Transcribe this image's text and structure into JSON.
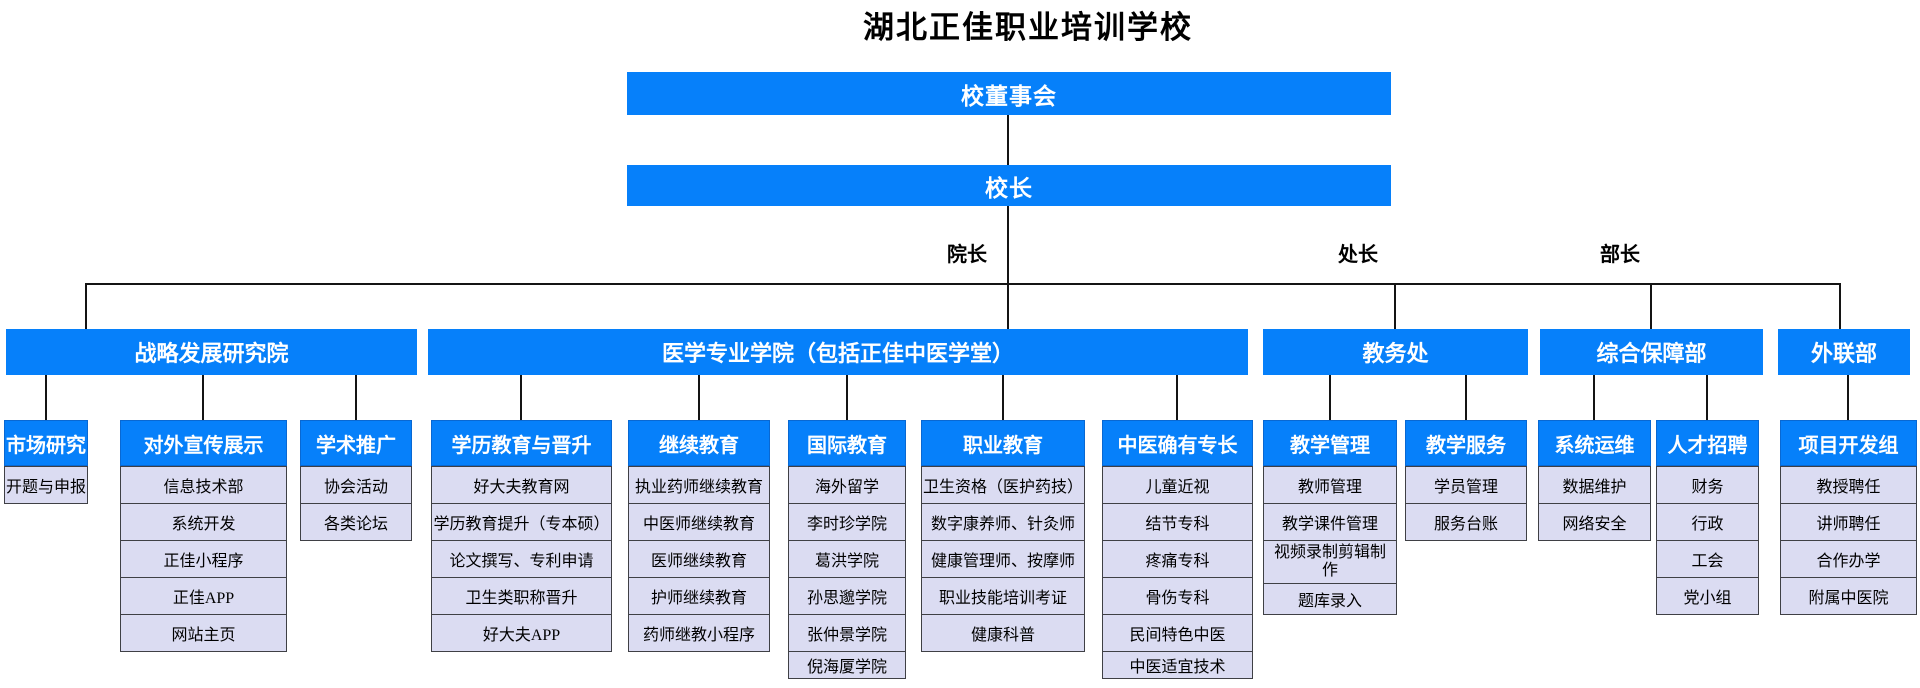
{
  "title": "湖北正佳职业培训学校",
  "colors": {
    "node_blue": "#0680FA",
    "node_text": "#FFFFFF",
    "leaf_fill": "#DBDCF2",
    "leaf_border": "#3F4045",
    "connector": "#141414"
  },
  "root": {
    "label": "校董事会"
  },
  "principal": {
    "label": "校长"
  },
  "role_labels": [
    {
      "label": "院长"
    },
    {
      "label": "处长"
    },
    {
      "label": "部长"
    }
  ],
  "departments": [
    {
      "label": "战略发展研究院"
    },
    {
      "label": "医学专业学院（包括正佳中医学堂）"
    },
    {
      "label": "教务处"
    },
    {
      "label": "综合保障部"
    },
    {
      "label": "外联部"
    }
  ],
  "divisions": [
    {
      "label": "市场研究",
      "parent": "战略发展研究院",
      "items": [
        "开题与申报"
      ]
    },
    {
      "label": "对外宣传展示",
      "parent": "战略发展研究院",
      "items": [
        "信息技术部",
        "系统开发",
        "正佳小程序",
        "正佳APP",
        "网站主页"
      ]
    },
    {
      "label": "学术推广",
      "parent": "战略发展研究院",
      "items": [
        "协会活动",
        "各类论坛"
      ]
    },
    {
      "label": "学历教育与晋升",
      "parent": "医学专业学院（包括正佳中医学堂）",
      "items": [
        "好大夫教育网",
        "学历教育提升（专本硕）",
        "论文撰写、专利申请",
        "卫生类职称晋升",
        "好大夫APP"
      ]
    },
    {
      "label": "继续教育",
      "parent": "医学专业学院（包括正佳中医学堂）",
      "items": [
        "执业药师继续教育",
        "中医师继续教育",
        "医师继续教育",
        "护师继续教育",
        "药师继教小程序"
      ]
    },
    {
      "label": "国际教育",
      "parent": "医学专业学院（包括正佳中医学堂）",
      "items": [
        "海外留学",
        "李时珍学院",
        "葛洪学院",
        "孙思邈学院",
        "张仲景学院",
        "倪海厦学院"
      ]
    },
    {
      "label": "职业教育",
      "parent": "医学专业学院（包括正佳中医学堂）",
      "items": [
        "卫生资格（医护药技）",
        "数字康养师、针灸师",
        "健康管理师、按摩师",
        "职业技能培训考证",
        "健康科普"
      ]
    },
    {
      "label": "中医确有专长",
      "parent": "医学专业学院（包括正佳中医学堂）",
      "items": [
        "儿童近视",
        "结节专科",
        "疼痛专科",
        "骨伤专科",
        "民间特色中医",
        "中医适宜技术"
      ]
    },
    {
      "label": "教学管理",
      "parent": "教务处",
      "items": [
        "教师管理",
        "教学课件管理",
        "视频录制剪辑制作",
        "题库录入"
      ]
    },
    {
      "label": "教学服务",
      "parent": "教务处",
      "items": [
        "学员管理",
        "服务台账"
      ]
    },
    {
      "label": "系统运维",
      "parent": "综合保障部",
      "items": [
        "数据维护",
        "网络安全"
      ]
    },
    {
      "label": "人才招聘",
      "parent": "综合保障部",
      "items": [
        "财务",
        "行政",
        "工会",
        "党小组"
      ]
    },
    {
      "label": "项目开发组",
      "parent": "外联部",
      "items": [
        "教授聘任",
        "讲师聘任",
        "合作办学",
        "附属中医院"
      ]
    }
  ]
}
